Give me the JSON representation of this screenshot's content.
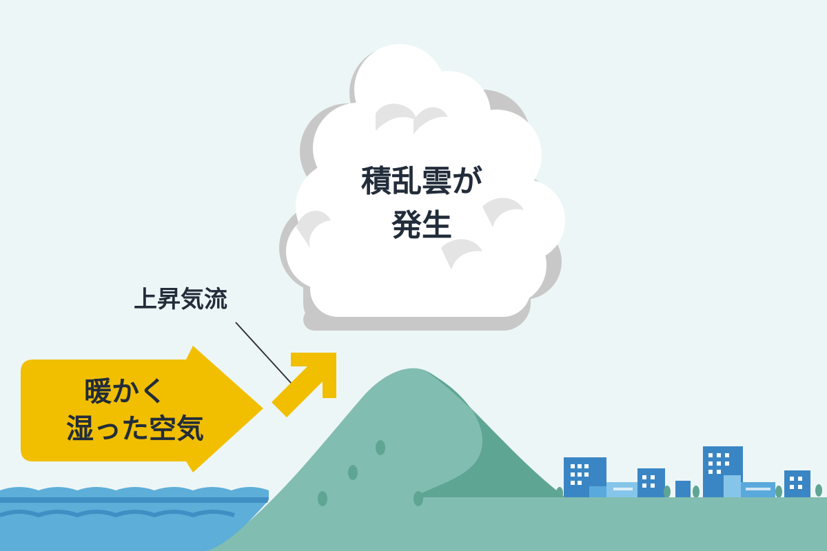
{
  "cloud": {
    "line1": "積乱雲が",
    "line2": "発生"
  },
  "updraft": {
    "label": "上昇気流"
  },
  "air": {
    "line1": "暖かく",
    "line2": "湿った空気"
  },
  "colors": {
    "sky": "#edf6f7",
    "arrow": "#f1bf00",
    "mountain": "#82bdb1",
    "mountain_shadow": "#5fa593",
    "sea": "#5daed8",
    "sea_dark": "#3f8fc4",
    "building": "#3a86c4",
    "cloud_shadow": "#c8c8c8",
    "text": "#222c3a"
  }
}
